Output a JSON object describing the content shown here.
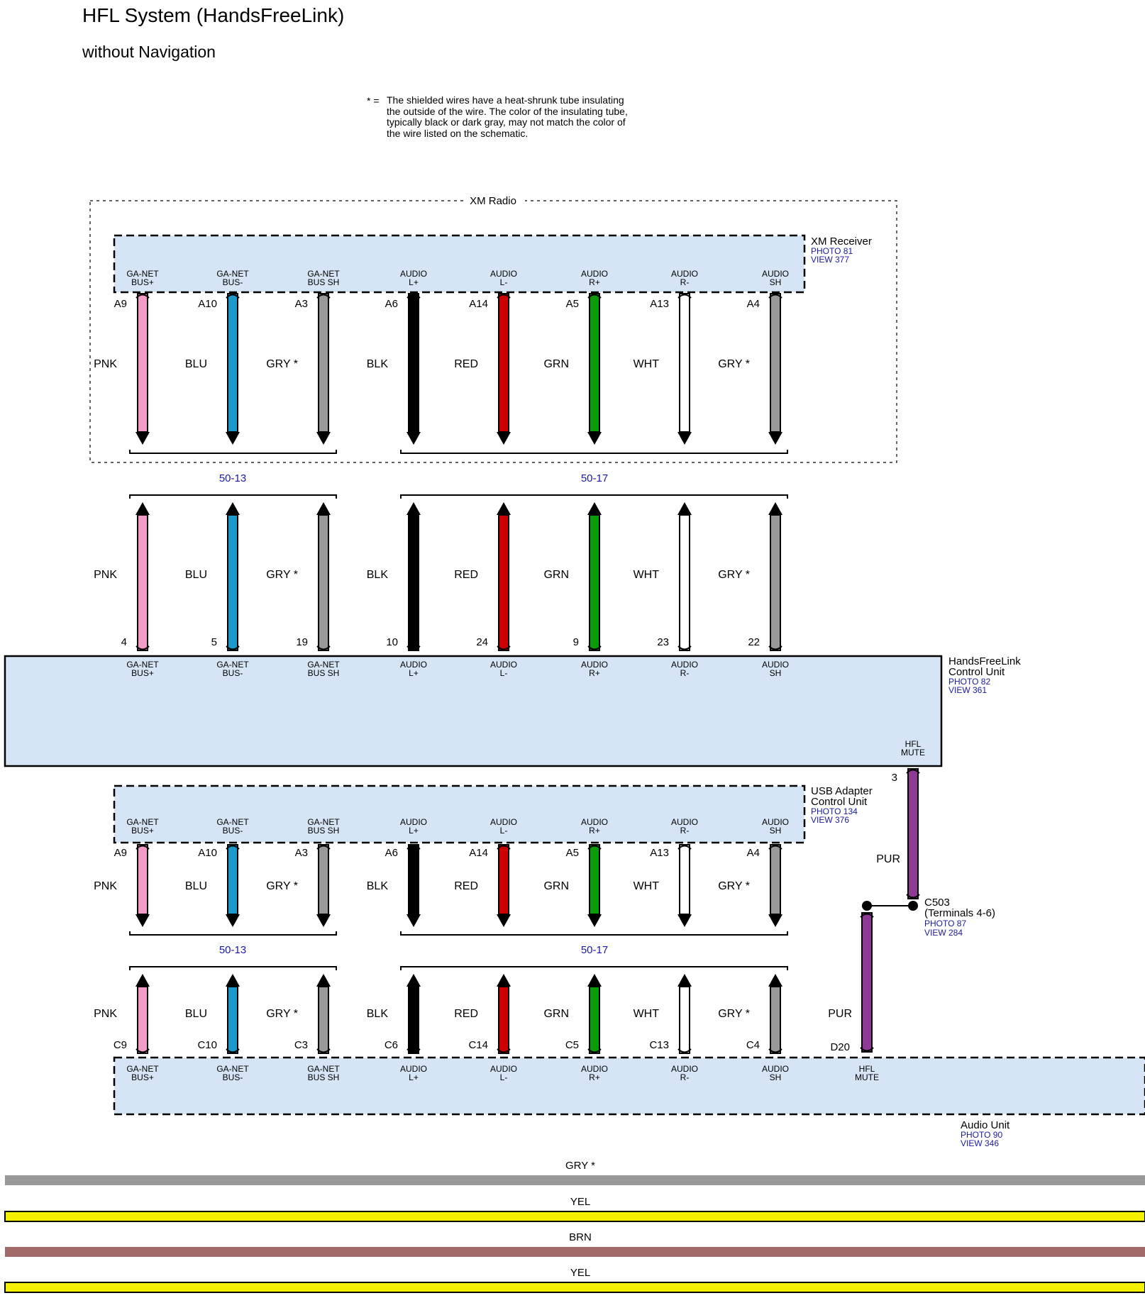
{
  "header": {
    "title": "HFL System (HandsFreeLink)",
    "subtitle": "without Navigation"
  },
  "note": {
    "marker": "* =",
    "lines": [
      "The shielded wires have a heat-shrunk tube insulating",
      "the outside of the wire. The color of the insulating tube,",
      "typically black or dark gray, may not match the color of",
      "the wire listed on the schematic."
    ]
  },
  "xm_radio_label": "XM Radio",
  "colors": {
    "PNK": "#f39ac7",
    "BLU": "#1d9acb",
    "GRY": "#999999",
    "BLK": "#000000",
    "RED": "#cc0000",
    "GRN": "#0a9a0a",
    "WHT": "#ffffff",
    "PUR": "#8e3a96",
    "YEL": "#f5f000",
    "BRN": "#a06a6a",
    "component_fill": "#d6e5f5",
    "link_blue": "#1a1aa0"
  },
  "pin_labels": [
    [
      "GA-NET",
      "BUS+"
    ],
    [
      "GA-NET",
      "BUS-"
    ],
    [
      "GA-NET",
      "BUS SH"
    ],
    [
      "AUDIO",
      "L+"
    ],
    [
      "AUDIO",
      "L-"
    ],
    [
      "AUDIO",
      "R+"
    ],
    [
      "AUDIO",
      "R-"
    ],
    [
      "AUDIO",
      "SH"
    ]
  ],
  "wire_colors": [
    "PNK",
    "BLU",
    "GRY",
    "BLK",
    "RED",
    "GRN",
    "WHT",
    "GRY"
  ],
  "wire_labels": [
    "PNK",
    "BLU",
    "GRY *",
    "BLK",
    "RED",
    "GRN",
    "WHT",
    "GRY *"
  ],
  "components": {
    "xm_receiver": {
      "name": [
        "XM Receiver"
      ],
      "photo": "PHOTO 81",
      "view": "VIEW 377",
      "terminals": [
        "A9",
        "A10",
        "A3",
        "A6",
        "A14",
        "A5",
        "A13",
        "A4"
      ]
    },
    "hfl_unit": {
      "name": [
        "HandsFreeLink",
        "Control Unit"
      ],
      "photo": "PHOTO 82",
      "view": "VIEW 361",
      "terminals": [
        "4",
        "5",
        "19",
        "10",
        "24",
        "9",
        "23",
        "22"
      ],
      "mute_pin": [
        "HFL",
        "MUTE"
      ],
      "mute_terminal": "3"
    },
    "usb_adapter": {
      "name": [
        "USB Adapter",
        "Control Unit"
      ],
      "photo": "PHOTO 134",
      "view": "VIEW 376",
      "terminals": [
        "A9",
        "A10",
        "A3",
        "A6",
        "A14",
        "A5",
        "A13",
        "A4"
      ]
    },
    "audio_unit": {
      "name": [
        "Audio Unit"
      ],
      "photo": "PHOTO 90",
      "view": "VIEW 346",
      "terminals": [
        "C9",
        "C10",
        "C3",
        "C6",
        "C14",
        "C5",
        "C13",
        "C4"
      ],
      "mute_pin": [
        "HFL",
        "MUTE"
      ],
      "mute_terminal": "D20"
    }
  },
  "connectors": [
    "50-13",
    "50-17"
  ],
  "junction": {
    "name": "C503",
    "detail": "(Terminals 4-6)",
    "photo": "PHOTO 87",
    "view": "VIEW 284"
  },
  "mute_wire_label": "PUR",
  "bottom_wires": [
    {
      "label": "GRY *",
      "color": "GRY"
    },
    {
      "label": "YEL",
      "color": "YEL"
    },
    {
      "label": "BRN",
      "color": "BRN"
    },
    {
      "label": "YEL",
      "color": "YEL"
    }
  ]
}
